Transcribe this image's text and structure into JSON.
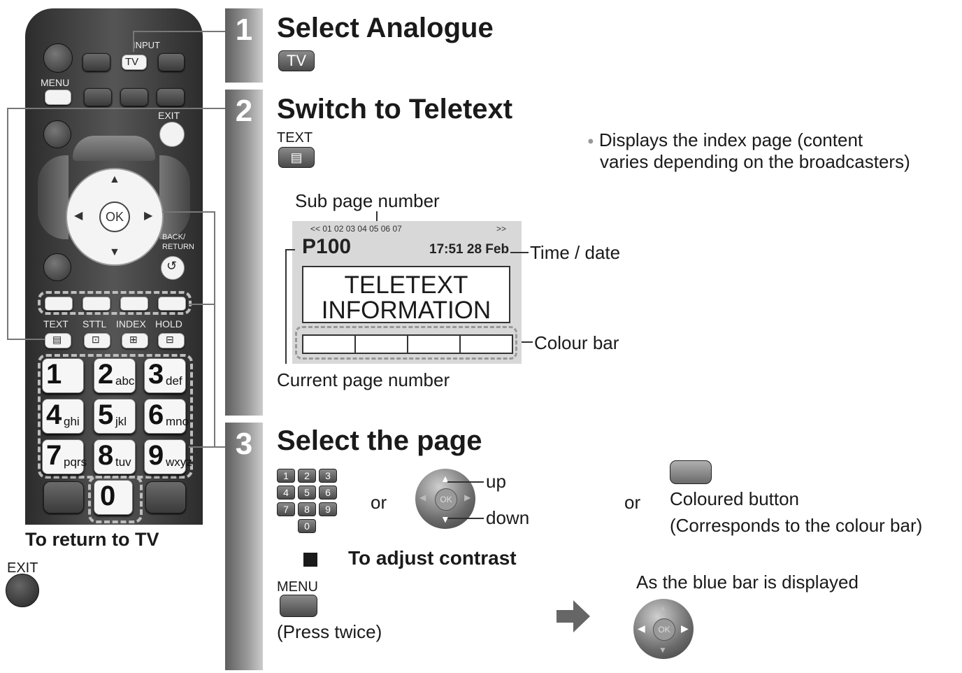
{
  "remote": {
    "input_label": "INPUT",
    "tv_label": "TV",
    "menu_label": "MENU",
    "exit_label": "EXIT",
    "ok_label": "OK",
    "back_return_label": "BACK/ RETURN",
    "function_labels": [
      "TEXT",
      "STTL",
      "INDEX",
      "HOLD"
    ],
    "keys": [
      {
        "n": "1",
        "s": ""
      },
      {
        "n": "2",
        "s": "abc"
      },
      {
        "n": "3",
        "s": "def"
      },
      {
        "n": "4",
        "s": "ghi"
      },
      {
        "n": "5",
        "s": "jkl"
      },
      {
        "n": "6",
        "s": "mno"
      },
      {
        "n": "7",
        "s": "pqrs"
      },
      {
        "n": "8",
        "s": "tuv"
      },
      {
        "n": "9",
        "s": "wxyz"
      },
      {
        "n": "0",
        "s": ""
      }
    ]
  },
  "return_section": {
    "title": "To return to TV",
    "exit_label": "EXIT"
  },
  "step1": {
    "number": "1",
    "title": "Select Analogue",
    "button_label": "TV"
  },
  "step2": {
    "number": "2",
    "title": "Switch to Teletext",
    "button_caption": "TEXT",
    "note": "Displays the index page (content varies depending on the broadcasters)",
    "note_line1": "Displays the index page (content",
    "note_line2": "varies depending on the broadcasters)",
    "sub_page_label": "Sub page number",
    "sub_pages": "<< 01 02 03 04 05 06 07",
    "more": ">>",
    "page": "P100",
    "time_date": "17:51 28 Feb",
    "time_date_label": "Time / date",
    "screen_line1": "TELETEXT",
    "screen_line2": "INFORMATION",
    "colour_bar_label": "Colour bar",
    "current_page_label": "Current page number"
  },
  "step3": {
    "number": "3",
    "title": "Select the page",
    "or1": "or",
    "or2": "or",
    "up": "up",
    "down": "down",
    "coloured_button": "Coloured button",
    "coloured_note": "(Corresponds to the colour bar)",
    "contrast_title": "To adjust contrast",
    "menu_caption": "MENU",
    "press_twice": "(Press twice)",
    "blue_bar_note": "As the blue bar is displayed",
    "mini_keys": [
      "1",
      "2",
      "3",
      "4",
      "5",
      "6",
      "7",
      "8",
      "9",
      "0"
    ],
    "ok_label": "OK"
  }
}
